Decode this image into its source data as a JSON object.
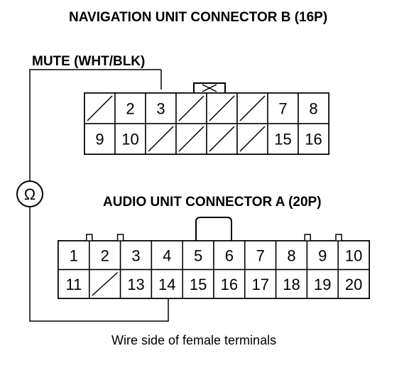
{
  "nav_connector": {
    "title": "NAVIGATION UNIT CONNECTOR B (16P)",
    "wire_label": "MUTE (WHT/BLK)",
    "top_row": [
      "",
      "2",
      "3",
      "",
      "",
      "",
      "7",
      "8"
    ],
    "bottom_row": [
      "9",
      "10",
      "",
      "",
      "",
      "",
      "15",
      "16"
    ]
  },
  "audio_connector": {
    "title": "AUDIO UNIT CONNECTOR A (20P)",
    "top_row": [
      "1",
      "2",
      "3",
      "4",
      "5",
      "6",
      "7",
      "8",
      "9",
      "10"
    ],
    "bottom_row": [
      "11",
      "",
      "13",
      "14",
      "15",
      "16",
      "17",
      "18",
      "19",
      "20"
    ]
  },
  "ohmmeter": {
    "symbol": "Ω",
    "icon": "ohmmeter-icon"
  },
  "footer": "Wire side of female terminals"
}
